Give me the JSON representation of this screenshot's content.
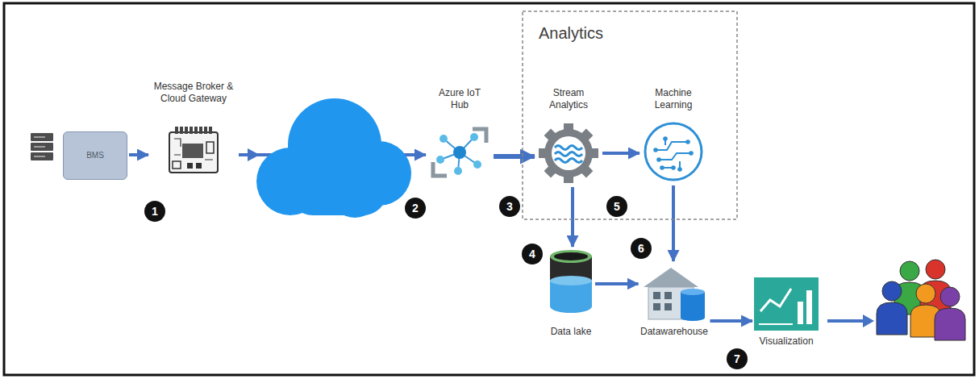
{
  "diagram": {
    "title": "Analytics",
    "nodes": [
      {
        "text": [
          "BMS"
        ]
      },
      {
        "text": [
          "Message Broker & Cloud Gateway"
        ]
      },
      {
        "text": [
          "Azure IoT Hub"
        ]
      },
      {
        "text": [
          "Stream Analytics"
        ]
      },
      {
        "text": [
          "Machine Learning"
        ]
      },
      {
        "text": [
          "Data lake"
        ]
      },
      {
        "text": [
          "Datawarehouse"
        ]
      },
      {
        "text": [
          "Visualization"
        ]
      }
    ],
    "edges": [
      {
        "from": 0,
        "to": 1,
        "arrow": "to"
      },
      {
        "from": 1,
        "to": 2,
        "arrow": "to"
      },
      {
        "from": 2,
        "to": 3,
        "arrow": "to"
      },
      {
        "from": 3,
        "to": 4,
        "arrow": "to"
      },
      {
        "from": 3,
        "to": 5,
        "arrow": "to"
      },
      {
        "from": 4,
        "to": 6,
        "arrow": "to"
      },
      {
        "from": 5,
        "to": 6,
        "arrow": "to"
      },
      {
        "from": 6,
        "to": 7,
        "arrow": "to"
      }
    ],
    "labels": [
      "1",
      "2",
      "3",
      "4",
      "5",
      "6",
      "7"
    ]
  }
}
